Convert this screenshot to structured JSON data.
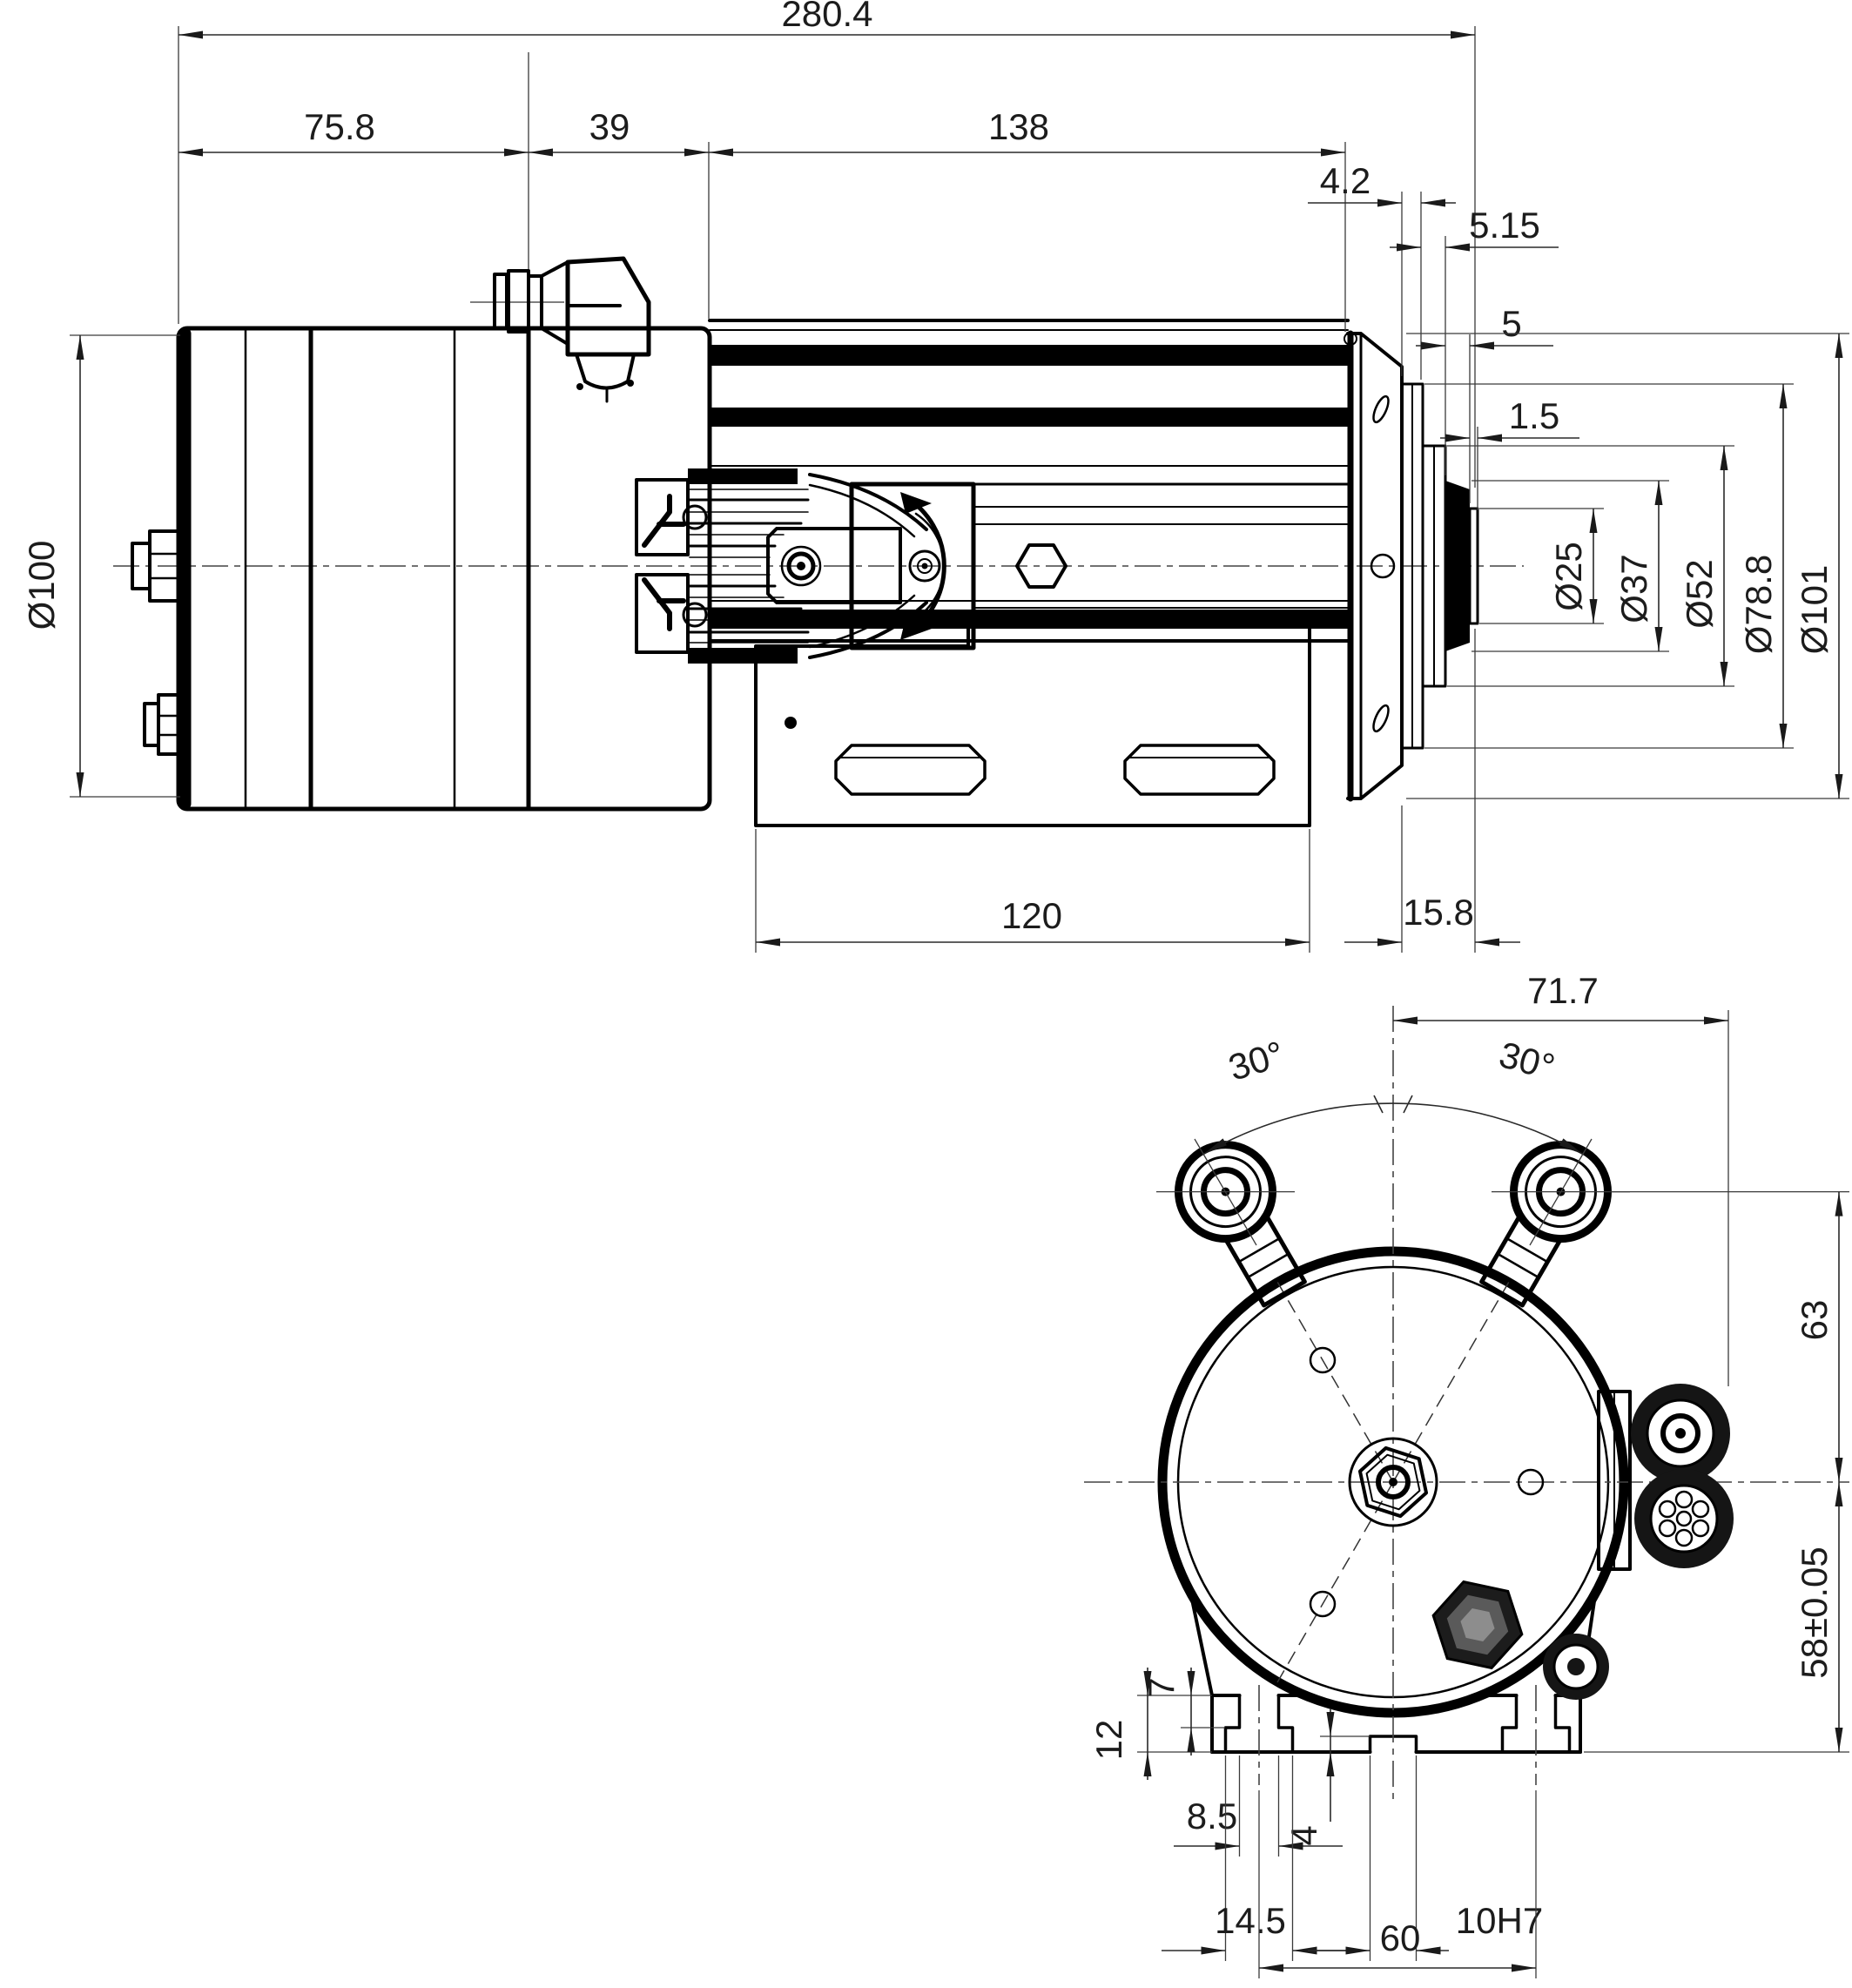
{
  "drawing_type": "2-view mechanical dimension drawing",
  "units": "mm",
  "colors": {
    "line": "#000000",
    "background": "#ffffff",
    "dimension": "#2a2a2a"
  },
  "dims": {
    "top": {
      "overall": "280.4",
      "rear": "75.8",
      "mid": "39",
      "housing": "138",
      "ring1": "4.2",
      "ring2": "5.15",
      "ring3": "5",
      "ring4": "1.5",
      "body_dia": "Ø100",
      "shaft_dia": "Ø25",
      "seal_dia": "Ø37",
      "ring_dia": "Ø52",
      "pilot_dia": "Ø78.8",
      "flange_dia": "Ø101",
      "bracket_len": "120",
      "nose_len": "15.8"
    },
    "bottom": {
      "offset_right": "71.7",
      "angle_left": "30°",
      "angle_right": "30°",
      "height_upper": "63",
      "height_lower": "58±0.05",
      "foot_height": "12",
      "slot_depth": "7",
      "slot_width": "8.5",
      "key_depth": "4",
      "slot_inner_width": "14.5",
      "key_width": "10H7",
      "slot_spacing": "60"
    }
  }
}
